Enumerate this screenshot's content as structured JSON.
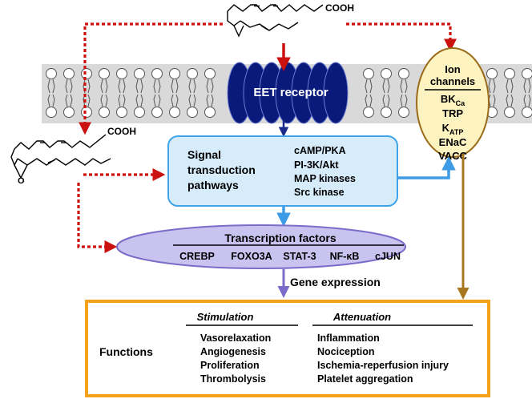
{
  "chemical": {
    "top_cooh": "COOH",
    "left_cooh": "COOH",
    "left_epoxide_o": "O"
  },
  "receptor": {
    "label": "EET receptor"
  },
  "ion_channels": {
    "title_line1": "Ion",
    "title_line2": "channels",
    "items": [
      {
        "main": "BK",
        "sub": "Ca"
      },
      {
        "main": "TRP",
        "sub": ""
      },
      {
        "main": "K",
        "sub": "ATP"
      },
      {
        "main": "ENaC",
        "sub": ""
      },
      {
        "main": "VACC",
        "sub": ""
      }
    ]
  },
  "signal": {
    "title_lines": [
      "Signal",
      "transduction",
      "pathways"
    ],
    "items": [
      "cAMP/PKA",
      "PI-3K/Akt",
      "MAP kinases",
      "Src kinase"
    ]
  },
  "transcription": {
    "title": "Transcription factors",
    "items": [
      "CREBP",
      "FOXO3A",
      "STAT-3",
      "NF-κB",
      "cJUN"
    ]
  },
  "gene_expression": "Gene expression",
  "functions": {
    "label": "Functions",
    "stimulation": {
      "heading": "Stimulation",
      "items": [
        "Vasorelaxation",
        "Angiogenesis",
        "Proliferation",
        "Thrombolysis"
      ]
    },
    "attenuation": {
      "heading": "Attenuation",
      "items": [
        "Inflammation",
        "Nociception",
        "Ischemia-reperfusion injury",
        "Platelet aggregation"
      ]
    }
  },
  "colors": {
    "membrane": "#d9d9d9",
    "receptor": "#0a1a7a",
    "signal_fill": "#d6ecfb",
    "signal_stroke": "#3ea3e8",
    "ion_fill": "#fdf3c0",
    "ion_stroke": "#9a6a1a",
    "tf_fill": "#c9c3f0",
    "tf_stroke": "#7a6cc8",
    "functions_stroke": "#f4a21c",
    "dotted_red": "#cc1111",
    "blue_arrow": "#3e9ce6",
    "navy_arrow": "#1a2a8a",
    "purple_arrow": "#7a6cc8",
    "brown_arrow": "#a87520"
  }
}
